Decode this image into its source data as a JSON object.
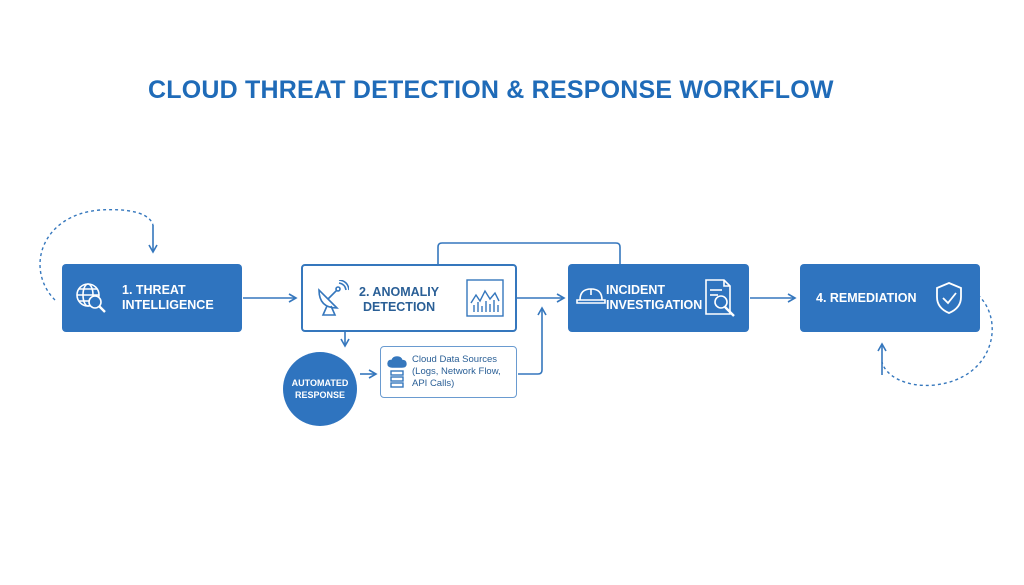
{
  "title": "CLOUD THREAT DETECTION & RESPONSE WORKFLOW",
  "steps": [
    {
      "label": "1. THREAT\nINTELLIGENCE",
      "icon": "globe-magnifier-icon"
    },
    {
      "label": "2. ANOMALIY\nDETECTION",
      "icon": "satellite-dish-icon",
      "icon2": "chart-icon"
    },
    {
      "label": "INCIDENT\nINVESTIGATION",
      "icon": "hard-hat-icon",
      "icon2": "document-search-icon"
    },
    {
      "label": "4. REMEDIATION",
      "icon": "shield-check-icon"
    }
  ],
  "automated_response": "AUTOMATED\nRESPONSE",
  "data_sources": {
    "text": "Cloud Data Sources\n(Logs, Network Flow,\nAPI Calls)",
    "icon": "cloud-server-icon"
  },
  "colors": {
    "primary": "#2f74bf",
    "title": "#1f6bb8",
    "line": "#3577bd"
  }
}
